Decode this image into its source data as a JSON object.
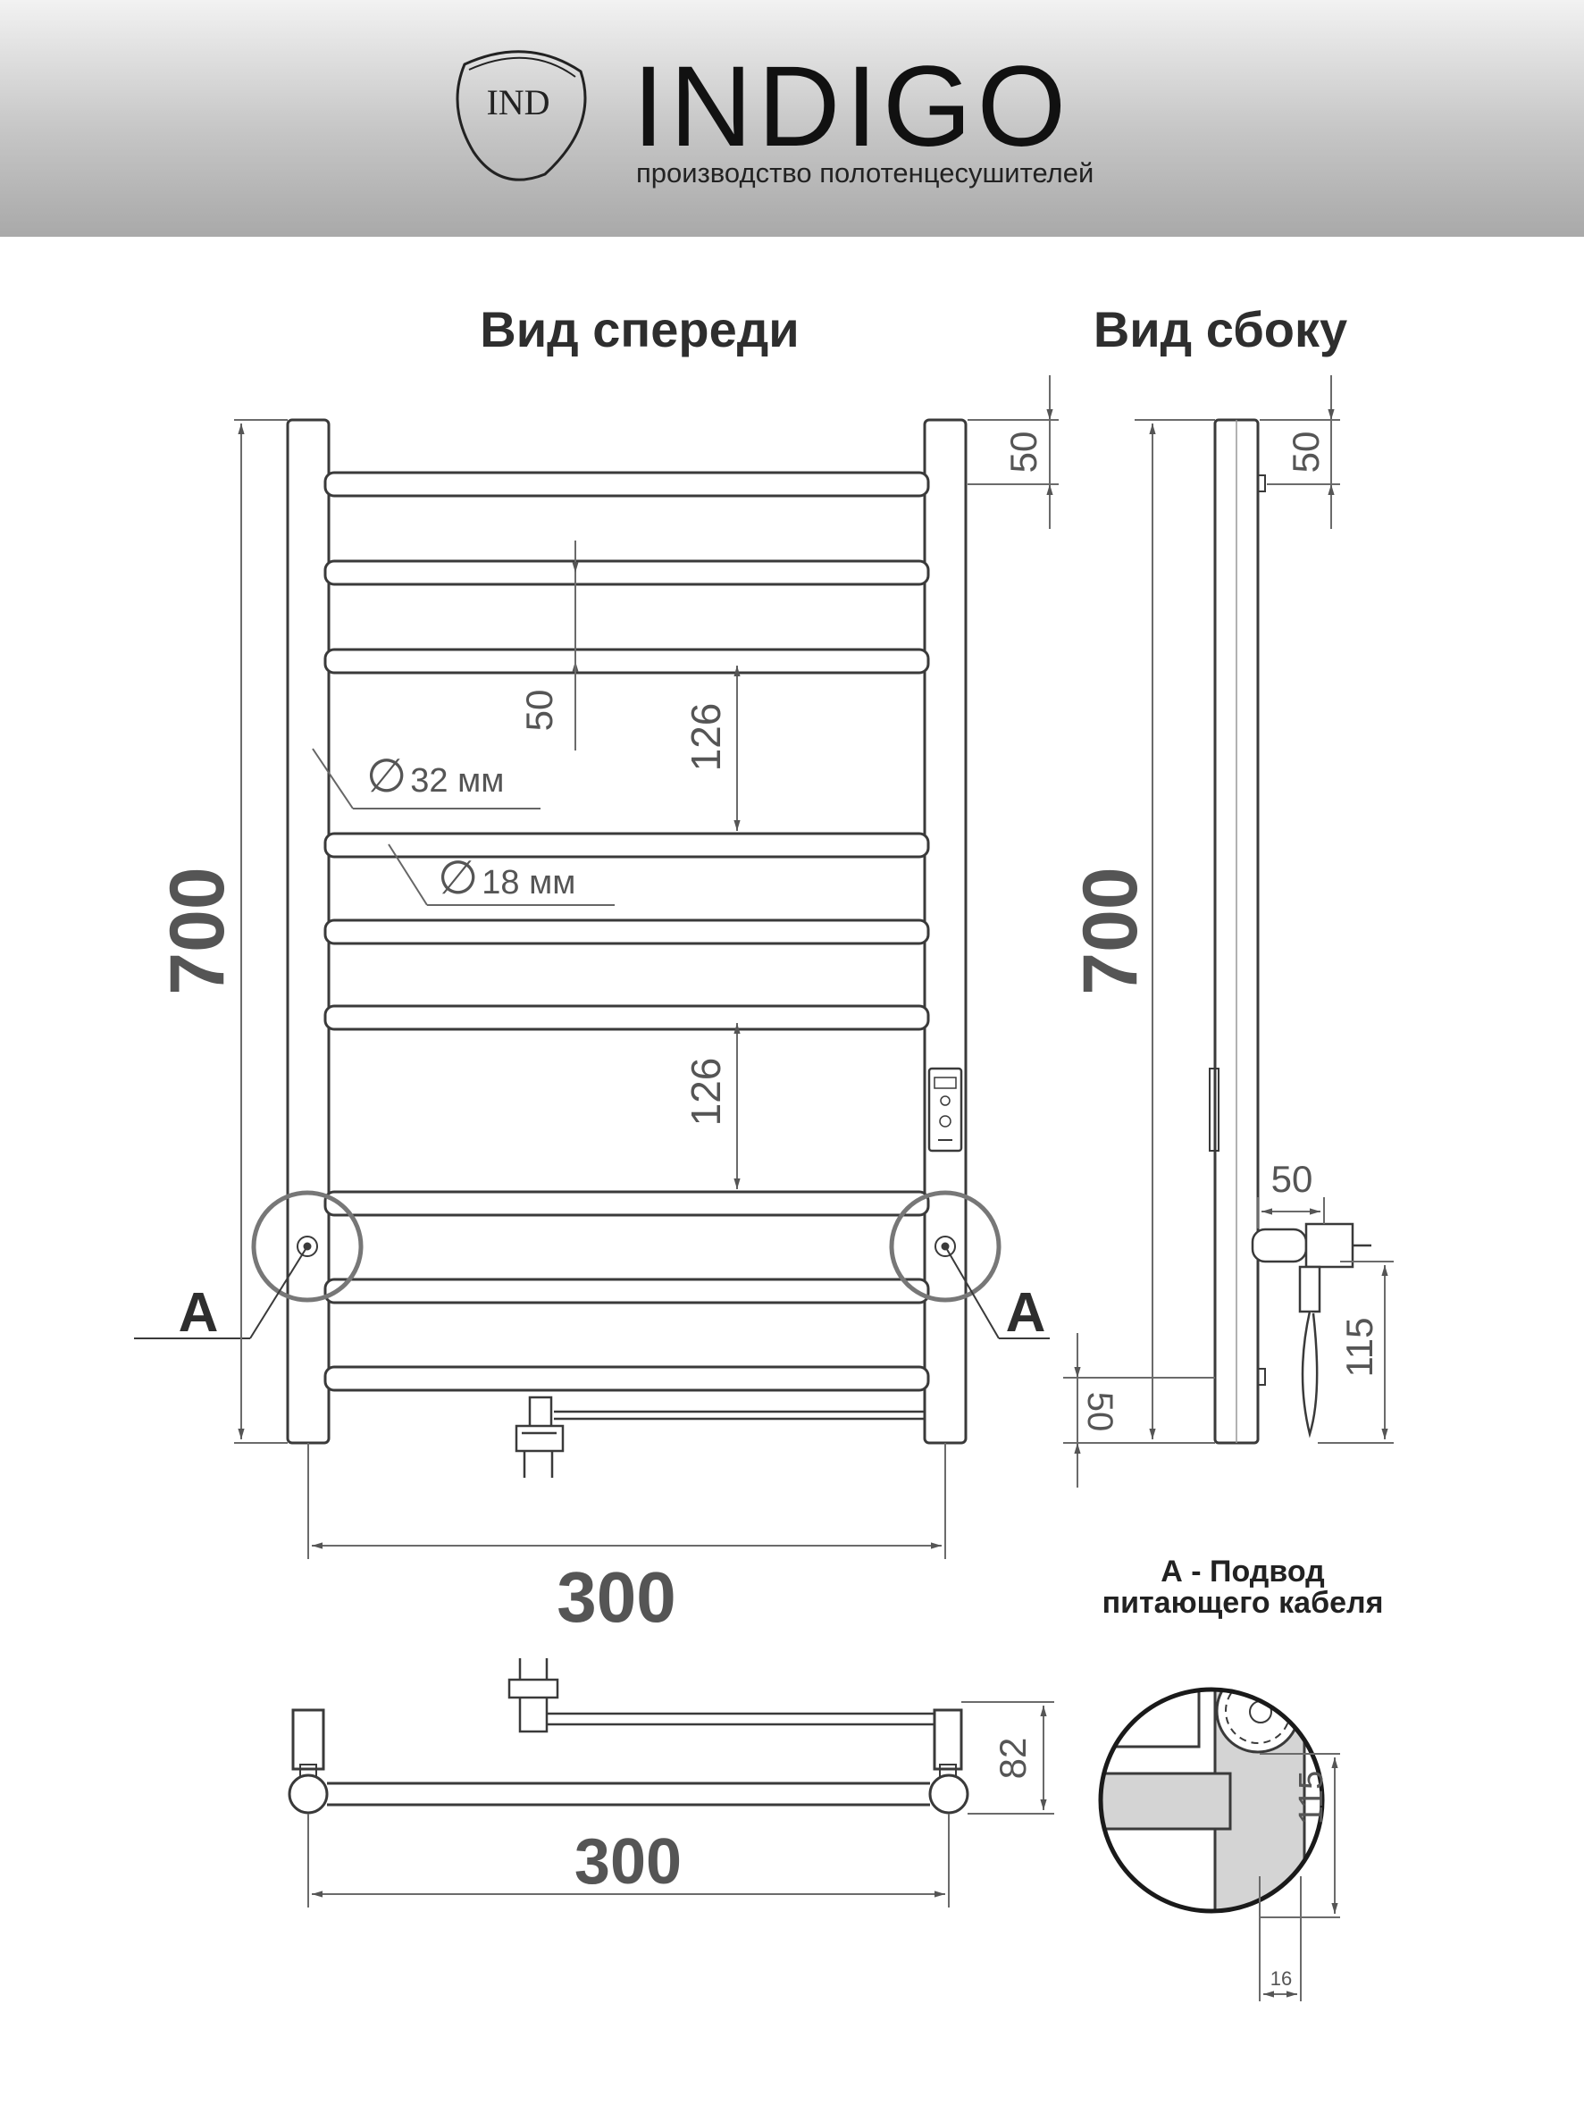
{
  "brand": {
    "logo_text": "IND",
    "name": "INDIGO",
    "tagline": "производство полотенцесушителей"
  },
  "views": {
    "front_title": "Вид спереди",
    "side_title": "Вид сбоку",
    "detail_title_line1": "А - Подвод",
    "detail_title_line2": "питающего кабеля"
  },
  "dimensions": {
    "height_front": "700",
    "height_side": "700",
    "width_front": "300",
    "width_top": "300",
    "top_offset_front": "50",
    "top_offset_side": "50",
    "rung_gap": "50",
    "section_gap_upper": "126",
    "section_gap_lower": "126",
    "pipe_outer": "32 мм",
    "pipe_inner": "18 мм",
    "diameter_symbol": "∅",
    "wall_offset": "50",
    "cable_height": "115",
    "bottom_offset_side": "50",
    "depth": "82",
    "detail_height": "115",
    "detail_width": "16"
  },
  "callouts": {
    "left": "A",
    "right": "A"
  },
  "colors": {
    "line": "#3a3a3a",
    "dim": "#6b6b6b",
    "header_dark": "#a9a9a9"
  }
}
